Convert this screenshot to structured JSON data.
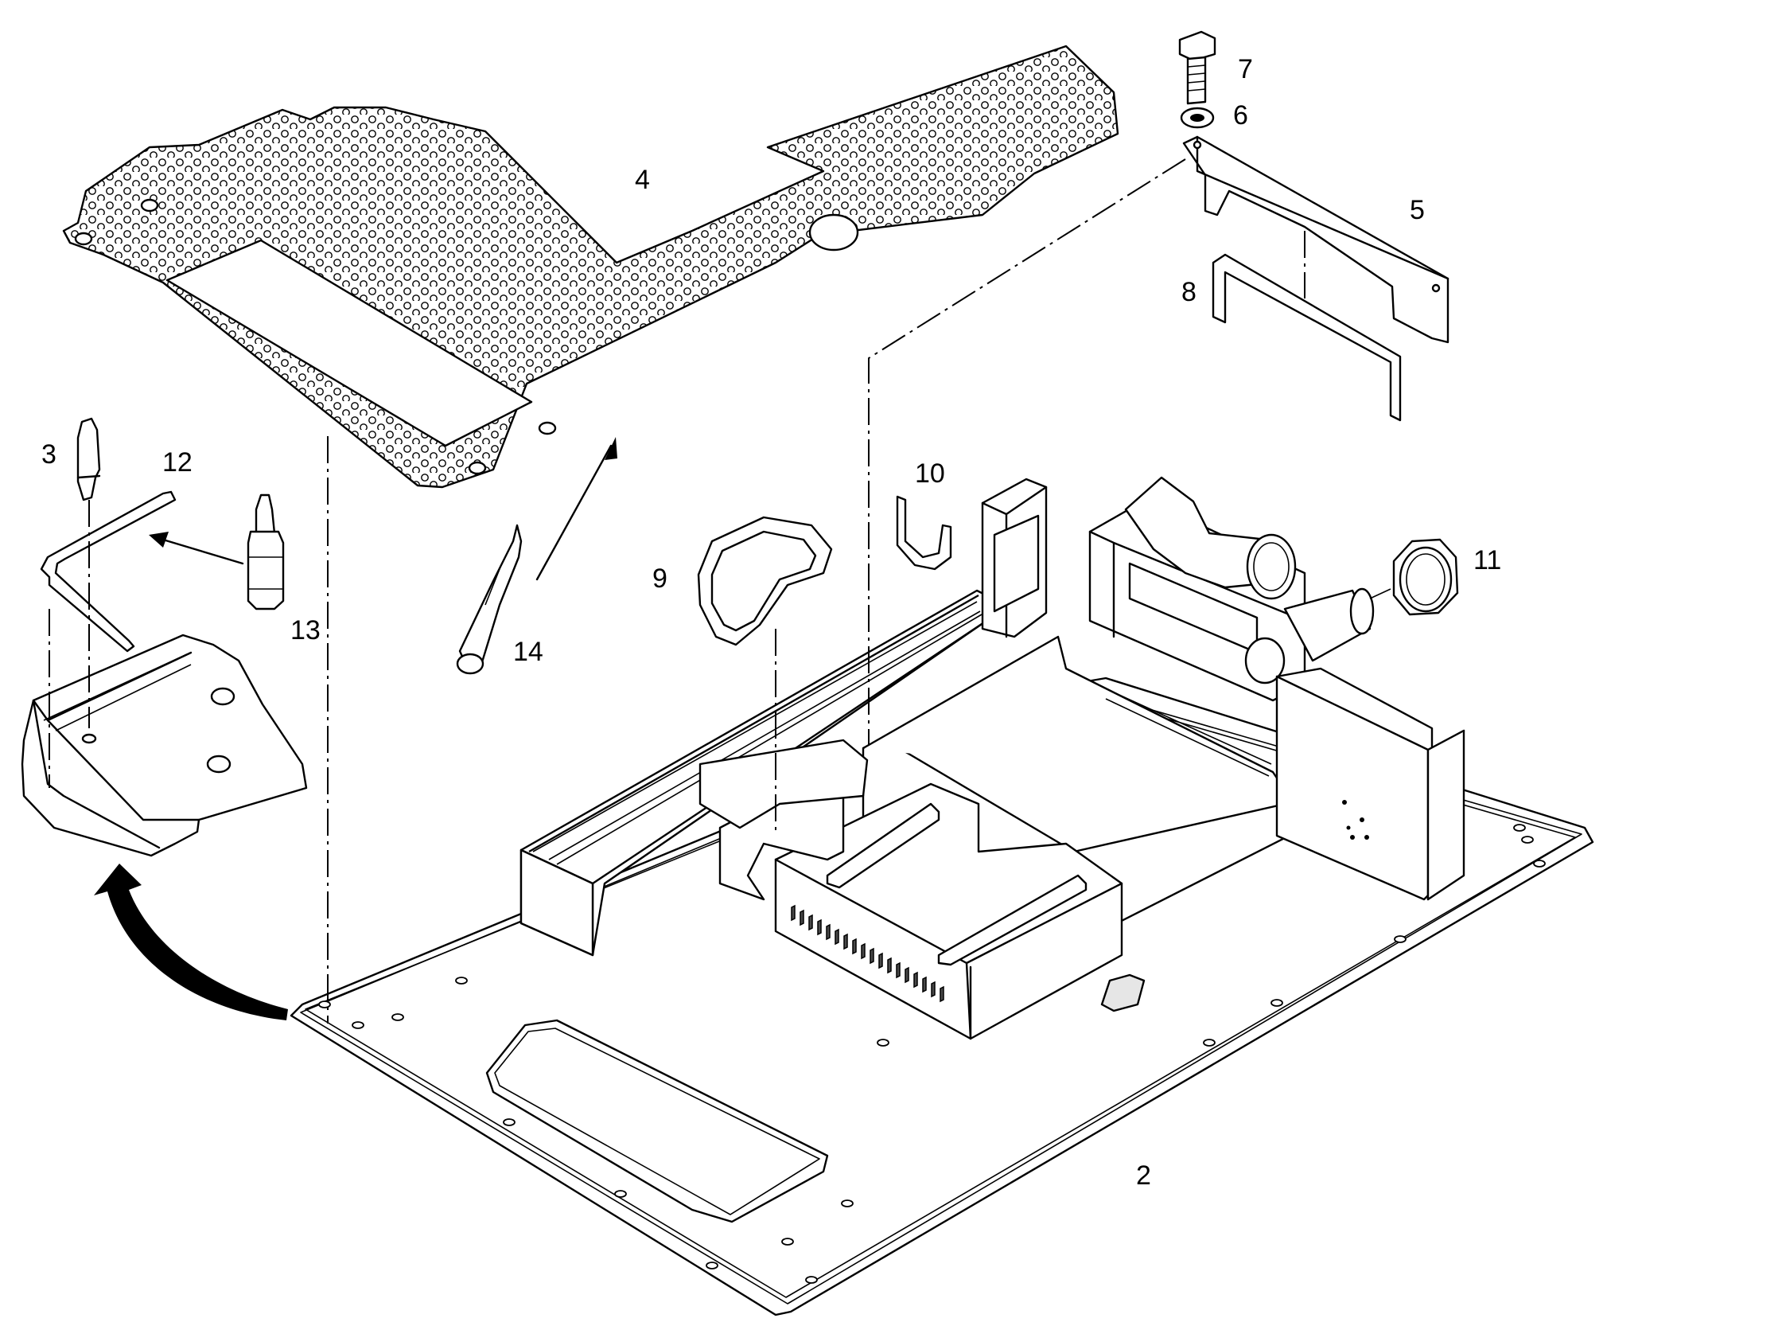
{
  "diagram": {
    "callouts": [
      "2",
      "3",
      "4",
      "5",
      "6",
      "7",
      "8",
      "9",
      "10",
      "11",
      "12",
      "13",
      "14"
    ],
    "colors": {
      "line": "#000000",
      "background": "#ffffff",
      "shade": "#e6e6e6"
    }
  }
}
